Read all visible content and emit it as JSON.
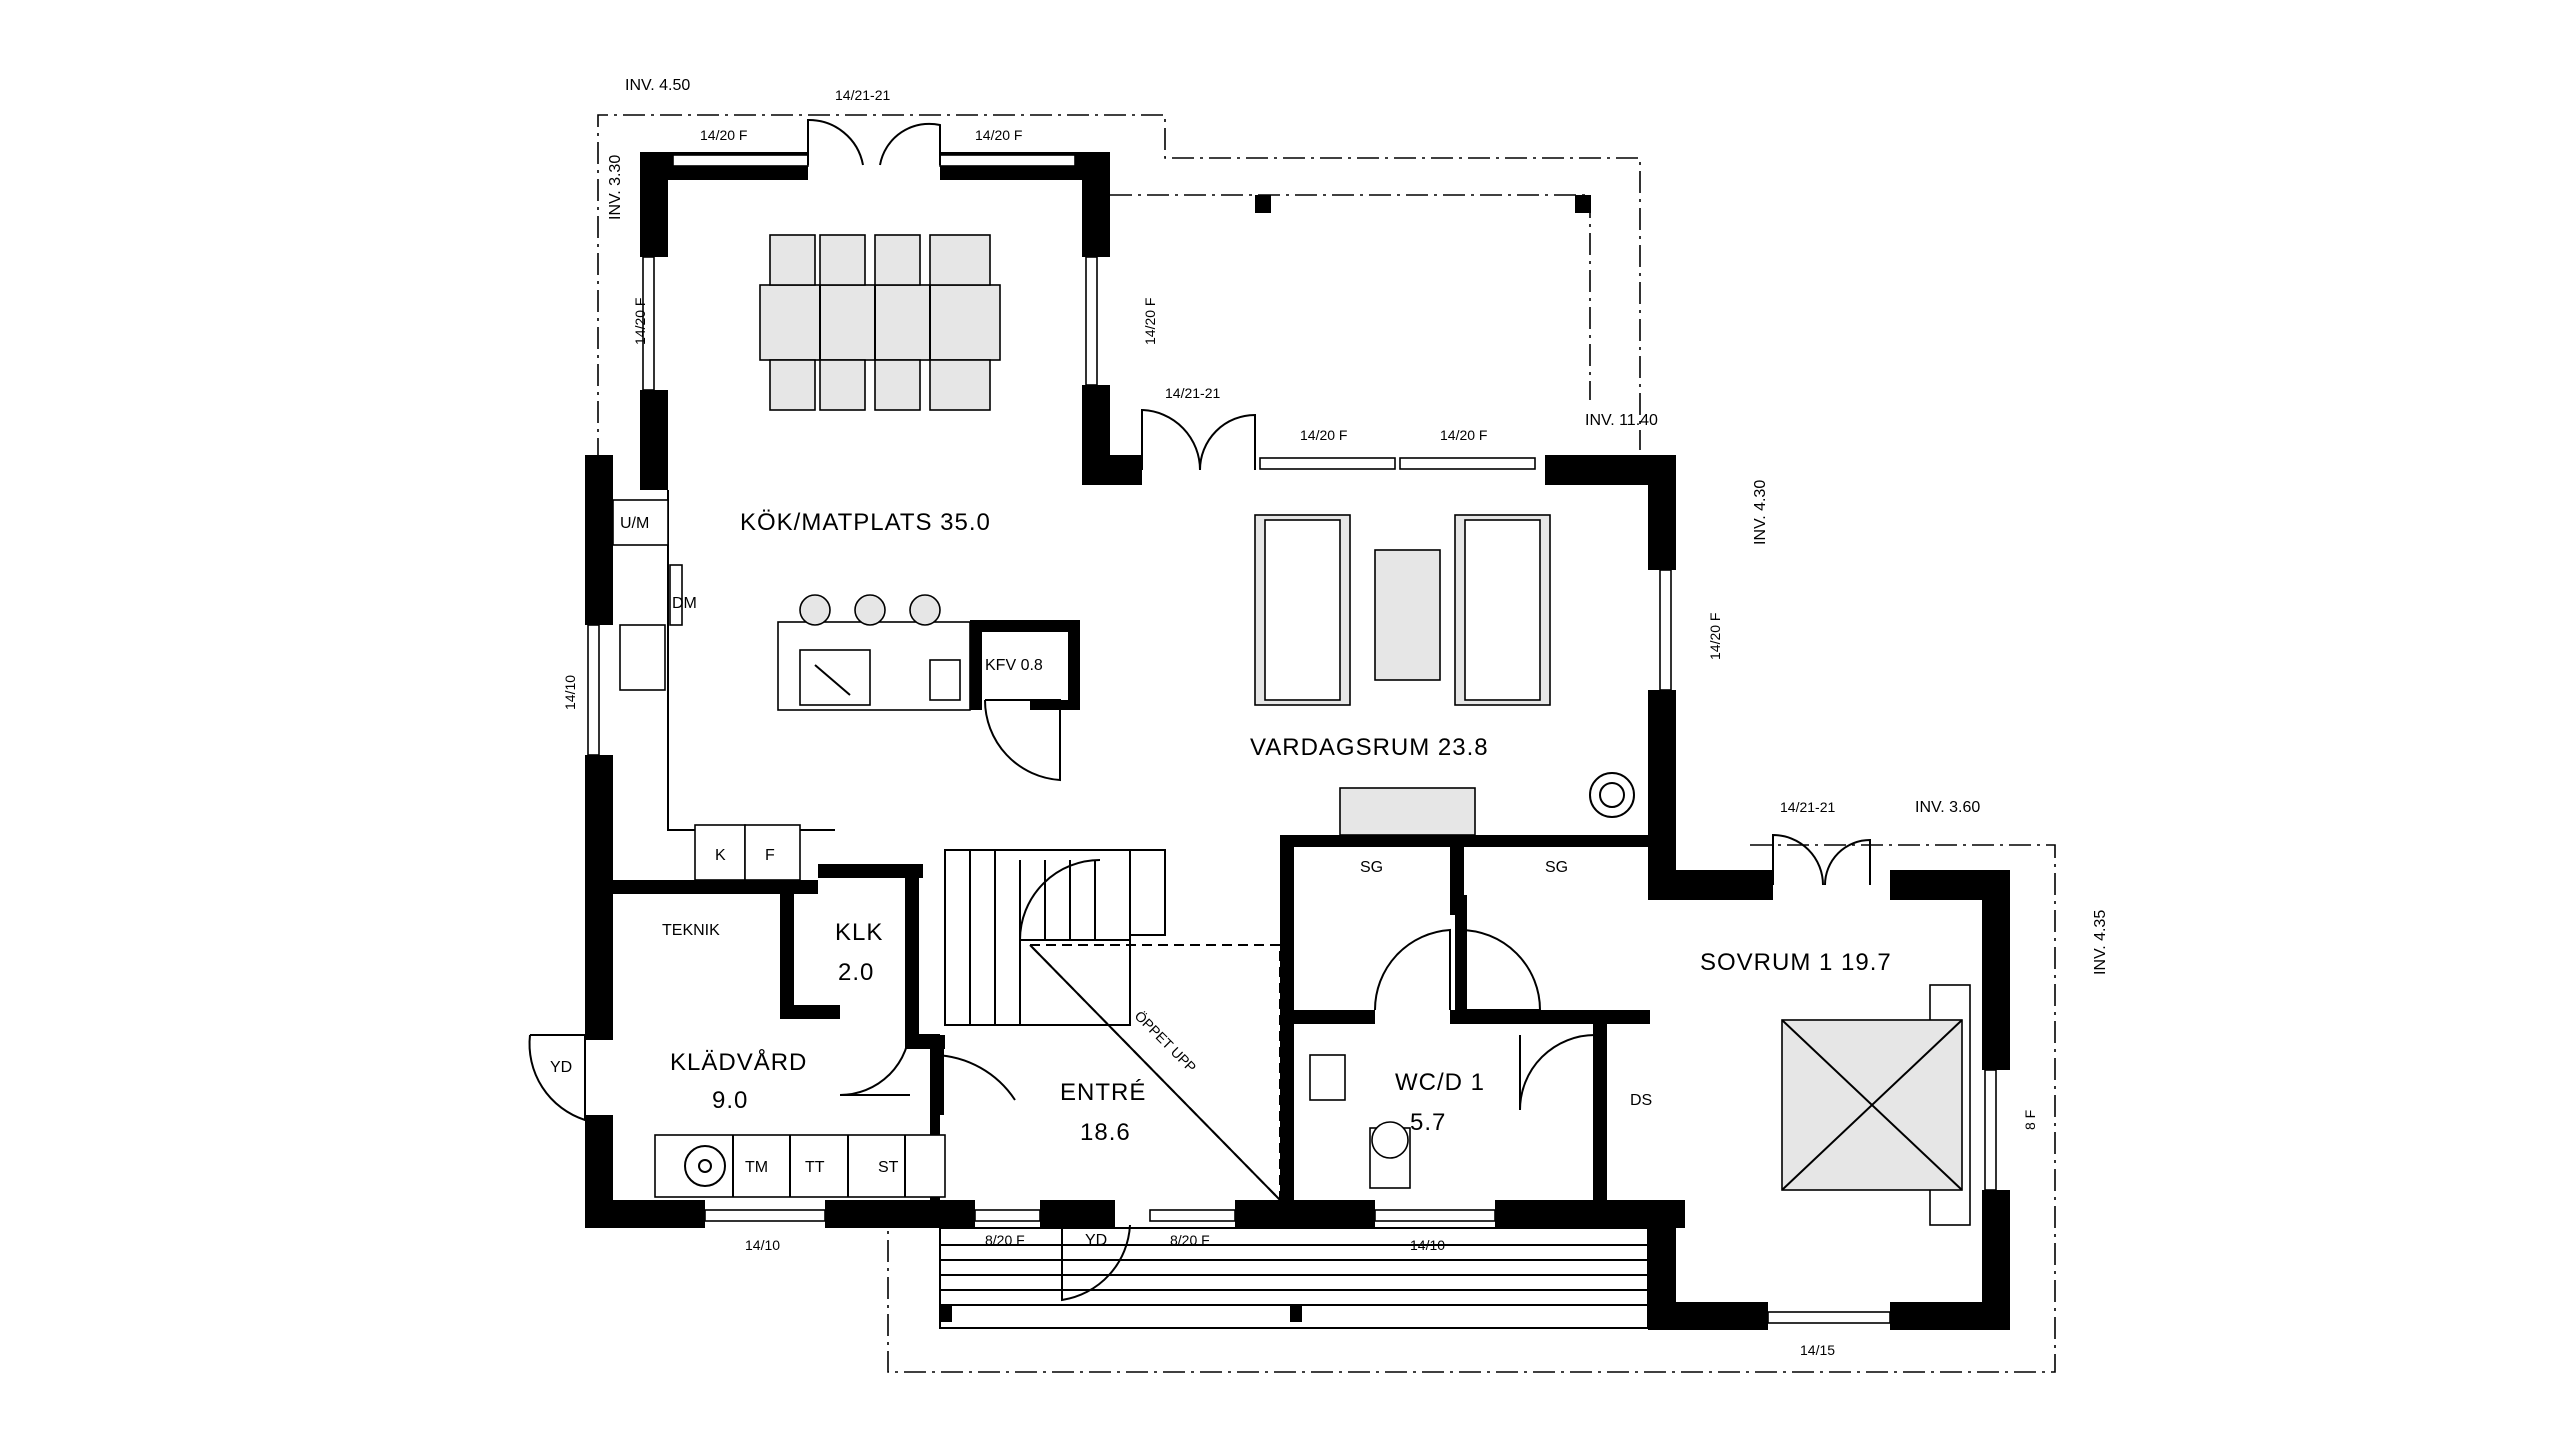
{
  "plan": {
    "rooms": {
      "kitchen": "KÖK/MATPLATS 35.0",
      "living": "VARDAGSRUM 23.8",
      "bedroom": "SOVRUM 1 19.7",
      "entrance_name": "ENTRÉ",
      "entrance_area": "18.6",
      "wc_name": "WC/D 1",
      "wc_area": "5.7",
      "closet_name": "KLK",
      "closet_area": "2.0",
      "laundry_name": "KLÄDVÅRD",
      "laundry_area": "9.0",
      "pantry": "KFV 0.8"
    },
    "fixtures": {
      "um": "U/M",
      "dm": "DM",
      "fridge": "F",
      "k": "K",
      "teknik": "TEKNIK",
      "tm": "TM",
      "tt": "TT",
      "st": "ST",
      "sg_left": "SG",
      "sg_right": "SG",
      "ds": "DS",
      "yd_laundry": "YD",
      "yd_entry": "YD",
      "open_up": "ÖPPET UPP"
    },
    "openings": {
      "top_door": "14/21-21",
      "top_win_left": "14/20 F",
      "top_win_right": "14/20 F",
      "left_win_upper": "14/20 F",
      "right_win_kitchen": "14/20 F",
      "patio_door": "14/21-21",
      "living_win_a": "14/20 F",
      "living_win_b": "14/20 F",
      "living_right_win": "14/20 F",
      "kitchen_left_win": "14/10",
      "laundry_bottom_win": "14/10",
      "entry_win_a": "8/20 F",
      "entry_win_b": "8/20 F",
      "wc_win": "14/10",
      "bedroom_door": "14/21-21",
      "bedroom_right_win": "8 F",
      "bedroom_bottom_win": "14/15"
    },
    "levels": {
      "inv_top_left": "INV. 4.50",
      "inv_left": "INV. 3.30",
      "inv_terrace": "INV. 11.40",
      "inv_living_right": "INV. 4.30",
      "inv_bedroom_top": "INV. 3.60",
      "inv_bedroom_right": "INV. 4.35"
    }
  }
}
